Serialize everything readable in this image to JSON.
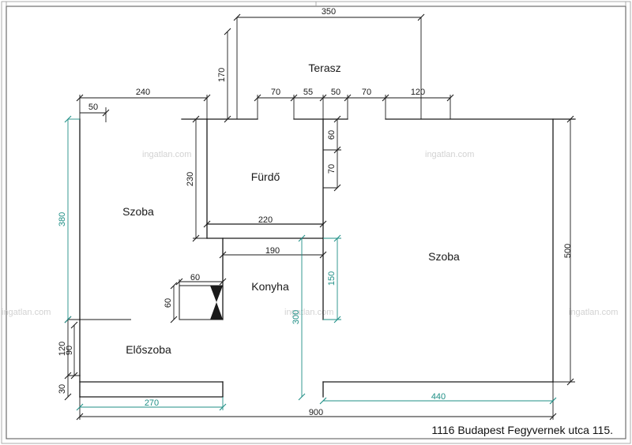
{
  "address": "1116 Budapest Fegyvernek utca 115.",
  "watermark": "ingatlan.com",
  "rooms": {
    "terasz": "Terasz",
    "furdo": "Fürdő",
    "szoba_left": "Szoba",
    "szoba_right": "Szoba",
    "konyha": "Konyha",
    "eloszoba": "Előszoba"
  },
  "dimensions": {
    "top_350": "350",
    "terrace_170": "170",
    "top_240": "240",
    "top_50": "50",
    "top_70a": "70",
    "top_55": "55",
    "top_50b": "50",
    "top_70b": "70",
    "top_120": "120",
    "bath_60": "60",
    "bath_70": "70",
    "bath_230": "230",
    "bath_220": "220",
    "kitchen_190": "190",
    "kitchen_150": "150",
    "stove_60w": "60",
    "stove_60h": "60",
    "kitchen_300": "300",
    "left_380": "380",
    "left_120": "120",
    "left_90": "90",
    "left_30": "30",
    "right_500": "500",
    "bottom_270": "270",
    "bottom_440": "440",
    "bottom_900": "900"
  },
  "colors": {
    "wall": "#1a1a1a",
    "dimension": "#1a1a1a",
    "dimension_accent": "#1f8f86",
    "watermark": "#d2d2d2"
  }
}
